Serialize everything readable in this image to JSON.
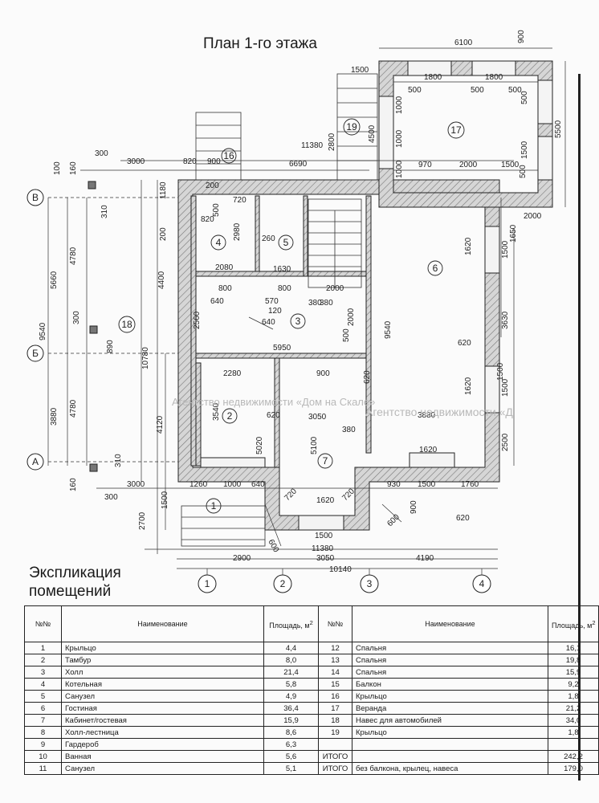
{
  "title": "План 1-го этажа",
  "watermark_left": "Агентство недвижимости «Дом на Скале»",
  "watermark_right": "Агентство недвижимости «Д",
  "explication_heading": [
    "Экспликация",
    "помещений"
  ],
  "axes": {
    "letters": [
      "В",
      "Б",
      "А"
    ],
    "numbers": [
      "1",
      "2",
      "3",
      "4"
    ]
  },
  "room_tags": [
    "1",
    "2",
    "3",
    "4",
    "5",
    "6",
    "7",
    "16",
    "17",
    "18",
    "19"
  ],
  "dimensions": {
    "top": [
      "6100",
      "900",
      "1500",
      "1800",
      "1800",
      "500",
      "500",
      "500",
      "11380",
      "300",
      "3000",
      "820",
      "900",
      "6690",
      "2800",
      "4500",
      "970",
      "2000",
      "1500",
      "500",
      "500",
      "2000",
      "1000",
      "1000",
      "1000",
      "1500",
      "5500",
      "100",
      "160",
      "200",
      "720",
      "1180",
      "310"
    ],
    "left": [
      "5660",
      "4780",
      "9540",
      "300",
      "890",
      "10780",
      "3880",
      "4780",
      "4400",
      "200",
      "4120",
      "1500",
      "2700",
      "160",
      "300",
      "310"
    ],
    "interior": [
      "2980",
      "820",
      "500",
      "260",
      "2080",
      "1630",
      "800",
      "800",
      "2000",
      "640",
      "570",
      "120",
      "380",
      "2560",
      "640",
      "5950",
      "380",
      "2000",
      "500",
      "9540",
      "1620",
      "1500",
      "1650",
      "3630",
      "620",
      "1620",
      "1500",
      "2500",
      "2280",
      "900",
      "3540",
      "620",
      "3050",
      "3880",
      "5020",
      "5100",
      "380",
      "1620",
      "620",
      "1500"
    ],
    "bottom": [
      "3000",
      "1260",
      "1000",
      "640",
      "930",
      "1500",
      "1760",
      "720",
      "1620",
      "720",
      "900",
      "600",
      "600",
      "1500",
      "620",
      "11380",
      "2900",
      "3050",
      "4190",
      "10140"
    ]
  },
  "table": {
    "headers": [
      "№№",
      "Наименование",
      "Площадь, м2",
      "№№",
      "Наименование",
      "Площадь, м2"
    ],
    "rows": [
      [
        "1",
        "Крыльцо",
        "4,4",
        "12",
        "Спальня",
        "16,1"
      ],
      [
        "2",
        "Тамбур",
        "8,0",
        "13",
        "Спальня",
        "19,8"
      ],
      [
        "3",
        "Холл",
        "21,4",
        "14",
        "Спальня",
        "15,9"
      ],
      [
        "4",
        "Котельная",
        "5,8",
        "15",
        "Балкон",
        "9,2"
      ],
      [
        "5",
        "Санузел",
        "4,9",
        "16",
        "Крыльцо",
        "1,8"
      ],
      [
        "6",
        "Гостиная",
        "36,4",
        "17",
        "Веранда",
        "21,2"
      ],
      [
        "7",
        "Кабинет/гостевая",
        "15,9",
        "18",
        "Навес для автомобилей",
        "34,0"
      ],
      [
        "8",
        "Холл-лестница",
        "8,6",
        "19",
        "Крыльцо",
        "1,8"
      ],
      [
        "9",
        "Гардероб",
        "6,3",
        "",
        "",
        ""
      ],
      [
        "10",
        "Ванная",
        "5,6",
        "ИТОГО",
        "",
        "242,2"
      ],
      [
        "11",
        "Санузел",
        "5,1",
        "ИТОГО",
        "без балкона, крылец, навеса",
        "179,0"
      ]
    ]
  }
}
